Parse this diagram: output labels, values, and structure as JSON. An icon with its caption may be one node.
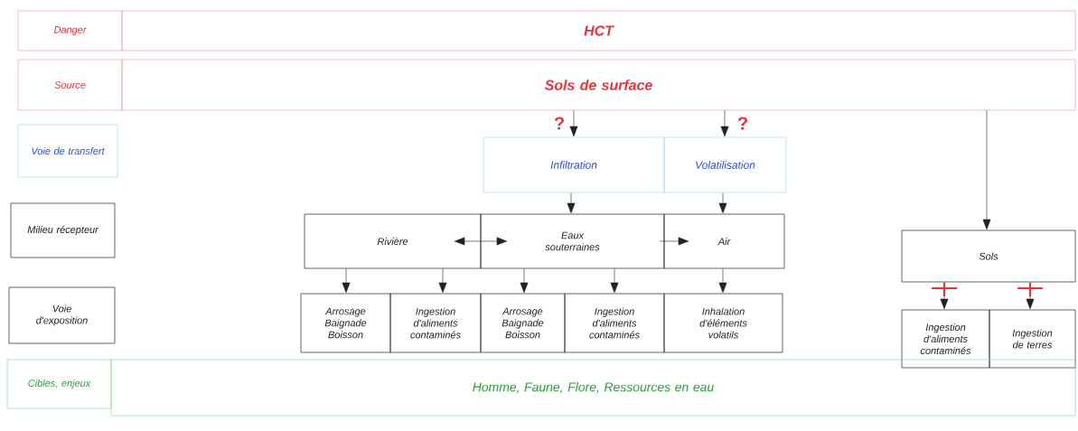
{
  "diagram": {
    "nodes": [
      {
        "text": [
          "Danger"
        ]
      },
      {
        "text": [
          "HCT"
        ]
      },
      {
        "text": [
          "Source"
        ]
      },
      {
        "text": [
          "Sols de surface"
        ]
      },
      {
        "text": [
          "Voie de transfert"
        ]
      },
      {
        "text": [
          "Infiltration"
        ]
      },
      {
        "text": [
          "Volatilisation"
        ]
      },
      {
        "text": [
          "Milieu récepteur"
        ]
      },
      {
        "text": [
          "Rivière"
        ]
      },
      {
        "text": [
          "Eaux souterraines"
        ]
      },
      {
        "text": [
          "Air"
        ]
      },
      {
        "text": [
          "Sols"
        ]
      },
      {
        "text": [
          "Voie d'exposition"
        ]
      },
      {
        "text": [
          "Arrosage Baignade Boisson"
        ]
      },
      {
        "text": [
          "Ingestion d'aliments contaminés"
        ]
      },
      {
        "text": [
          "Arrosage Baignade Boisson"
        ]
      },
      {
        "text": [
          "Ingestion d'aliments contaminés"
        ]
      },
      {
        "text": [
          "Inhalation d'éléments volatils"
        ]
      },
      {
        "text": [
          "Ingestion d'aliments contaminés"
        ]
      },
      {
        "text": [
          "Ingestion de terres"
        ]
      },
      {
        "text": [
          "Cibles, enjeux"
        ]
      },
      {
        "text": [
          "Homme, Faune, Flore, Ressources en eau"
        ]
      }
    ],
    "edges": [
      {
        "from": 3,
        "to": 5,
        "arrow": "to",
        "label": "?"
      },
      {
        "from": 3,
        "to": 6,
        "arrow": "to",
        "label": "?"
      },
      {
        "from": 3,
        "to": 11,
        "arrow": "to"
      },
      {
        "from": 5,
        "to": 9,
        "arrow": "to"
      },
      {
        "from": 6,
        "to": 10,
        "arrow": "to"
      },
      {
        "from": 8,
        "to": 9,
        "arrow": "both"
      },
      {
        "from": 9,
        "to": 10,
        "arrow": "to"
      },
      {
        "from": 8,
        "to": 13,
        "arrow": "to"
      },
      {
        "from": 8,
        "to": 14,
        "arrow": "to"
      },
      {
        "from": 9,
        "to": 15,
        "arrow": "to"
      },
      {
        "from": 9,
        "to": 16,
        "arrow": "to"
      },
      {
        "from": 10,
        "to": 17,
        "arrow": "to"
      },
      {
        "from": 11,
        "to": 18,
        "arrow": "to"
      },
      {
        "from": 11,
        "to": 19,
        "arrow": "to"
      }
    ]
  }
}
